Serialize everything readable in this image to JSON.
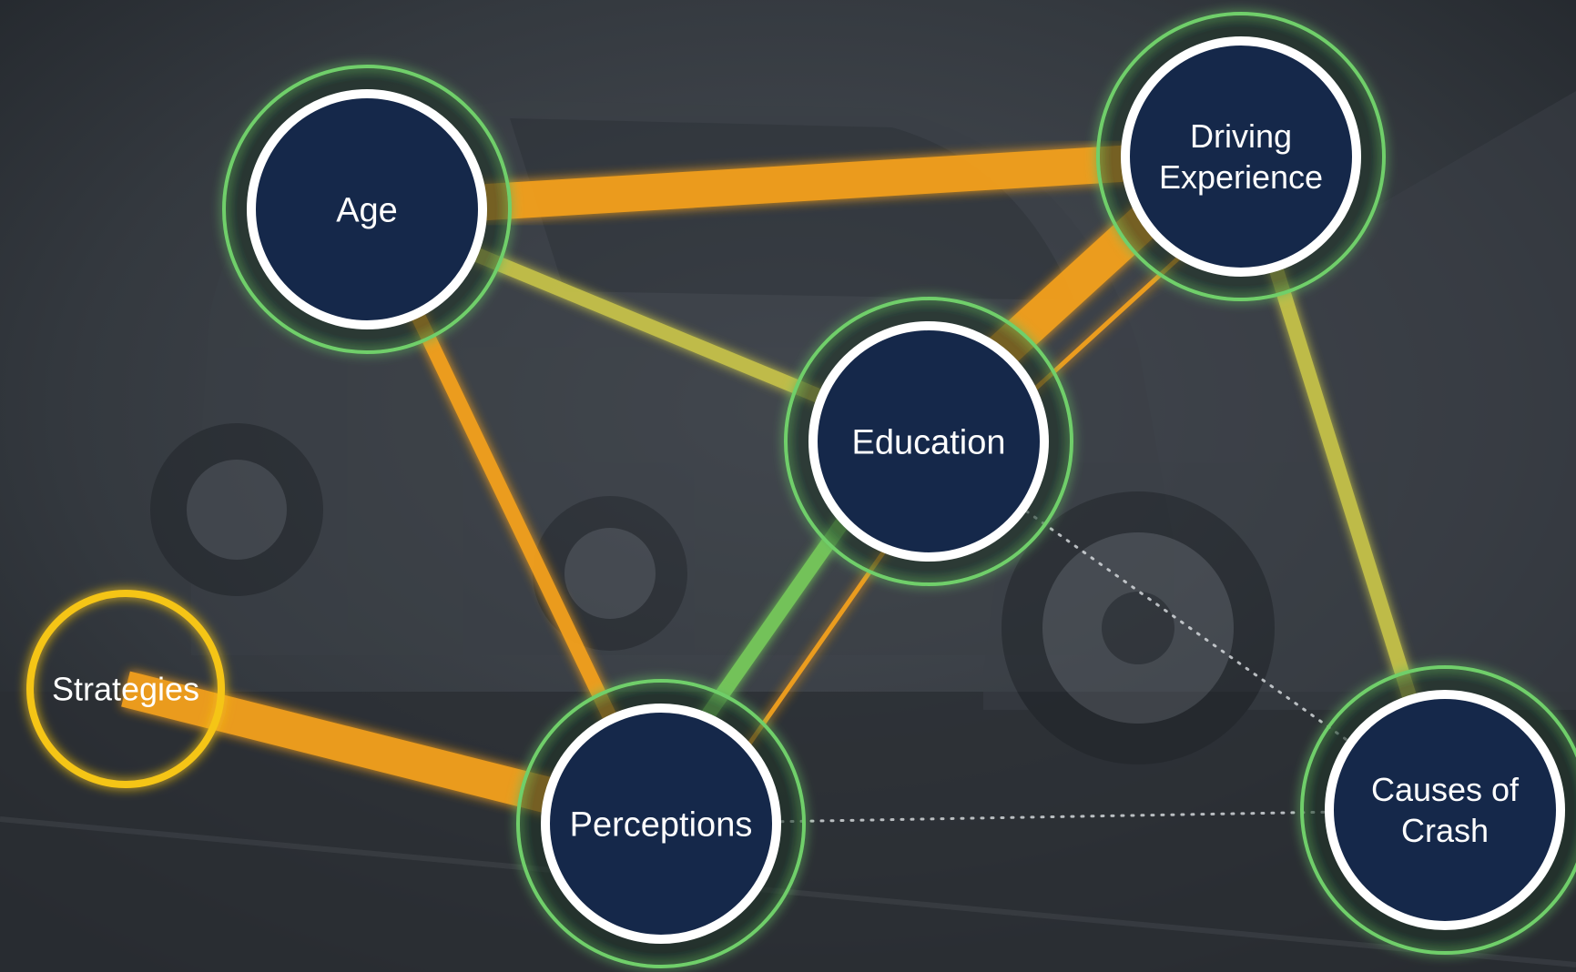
{
  "diagram": {
    "nodes": [
      {
        "id": "age",
        "lines": [
          "Age"
        ],
        "style": "primary"
      },
      {
        "id": "driving_experience",
        "lines": [
          "Driving",
          "Experience"
        ],
        "style": "primary"
      },
      {
        "id": "education",
        "lines": [
          "Education"
        ],
        "style": "primary"
      },
      {
        "id": "strategies",
        "lines": [
          "Strategies"
        ],
        "style": "outline"
      },
      {
        "id": "perceptions",
        "lines": [
          "Perceptions"
        ],
        "style": "primary"
      },
      {
        "id": "causes_of_crash",
        "lines": [
          "Causes of",
          "Crash"
        ],
        "style": "primary"
      }
    ],
    "edges": [
      {
        "from": "age",
        "to": "driving_experience",
        "color": "orange",
        "weight": "heavy"
      },
      {
        "from": "age",
        "to": "education",
        "color": "olive",
        "weight": "medium"
      },
      {
        "from": "age",
        "to": "perceptions",
        "color": "orange",
        "weight": "medium"
      },
      {
        "from": "driving_experience",
        "to": "education",
        "color": "orange",
        "weight": "heavy"
      },
      {
        "from": "driving_experience",
        "to": "education",
        "color": "orange",
        "weight": "thin"
      },
      {
        "from": "driving_experience",
        "to": "causes_of_crash",
        "color": "olive",
        "weight": "medium"
      },
      {
        "from": "education",
        "to": "perceptions",
        "color": "green",
        "weight": "medium"
      },
      {
        "from": "education",
        "to": "perceptions",
        "color": "orange",
        "weight": "thin"
      },
      {
        "from": "education",
        "to": "causes_of_crash",
        "color": "white",
        "weight": "dotted"
      },
      {
        "from": "strategies",
        "to": "perceptions",
        "color": "orange",
        "weight": "heavy"
      },
      {
        "from": "perceptions",
        "to": "causes_of_crash",
        "color": "white",
        "weight": "dotted"
      }
    ]
  },
  "colors": {
    "node_fill": "#15284a",
    "node_ring": "#ffffff",
    "node_halo": "#6fcf6a",
    "outline_ring": "#f5c518",
    "orange": "#f5a11f",
    "olive": "#c6c24a",
    "green": "#76c95a",
    "white": "#e8ecef"
  }
}
